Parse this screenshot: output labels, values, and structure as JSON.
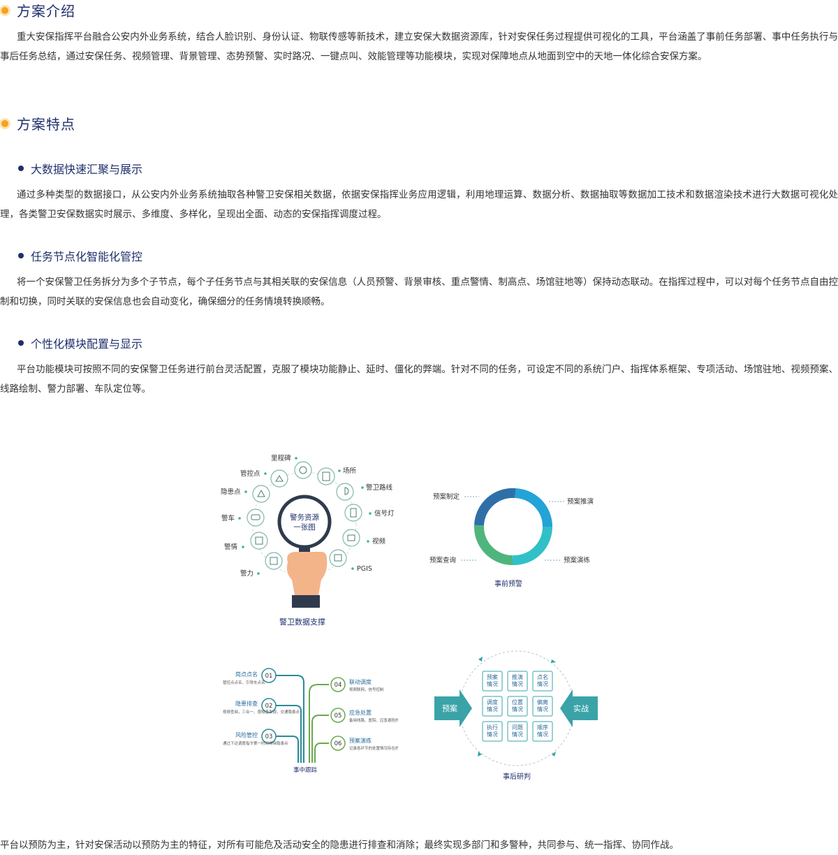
{
  "intro": {
    "title": "方案介绍",
    "text": "重大安保指挥平台融合公安内外业务系统，结合人脸识别、身份认证、物联传感等新技术，建立安保大数据资源库，针对安保任务过程提供可视化的工具，平台涵盖了事前任务部署、事中任务执行与事后任务总结，通过安保任务、视频管理、背景管理、态势预警、实时路况、一键点叫、效能管理等功能模块，实现对保障地点从地面到空中的天地一体化综合安保方案。"
  },
  "features": {
    "title": "方案特点",
    "items": [
      {
        "heading": "大数据快速汇聚与展示",
        "text": "通过多种类型的数据接口，从公安内外业务系统抽取各种警卫安保相关数据，依据安保指挥业务应用逻辑，利用地理运算、数据分析、数据抽取等数据加工技术和数据渲染技术进行大数据可视化处理，各类警卫安保数据实时展示、多维度、多样化，呈现出全面、动态的安保指挥调度过程。"
      },
      {
        "heading": "任务节点化智能化管控",
        "text": "将一个安保警卫任务拆分为多个子节点，每个子任务节点与其相关联的安保信息（人员预警、背景审核、重点警情、制高点、场馆驻地等）保持动态联动。在指挥过程中，可以对每个任务节点自由控制和切换，同时关联的安保信息也会自动变化，确保细分的任务情境转换顺畅。"
      },
      {
        "heading": "个性化模块配置与显示",
        "text": "平台功能模块可按照不同的安保警卫任务进行前台灵活配置，克服了模块功能静止、延时、僵化的弊端。针对不同的任务，可设定不同的系统门户、指挥体系框架、专项活动、场馆驻地、视频预案、线路绘制、警力部署、车队定位等。"
      }
    ]
  },
  "fig1": {
    "center_line1": "警务资源",
    "center_line2": "一张图",
    "caption": "警卫数据支撑",
    "labels": [
      "警力",
      "警情",
      "警车",
      "隐患点",
      "管控点",
      "里程碑",
      "场所",
      "警卫路线",
      "信号灯",
      "视频",
      "PGIS"
    ]
  },
  "fig2": {
    "labels": [
      "预案制定",
      "预案推演",
      "预案演练",
      "预案查询"
    ],
    "caption": "事前预警"
  },
  "fig3": {
    "caption": "事中跟踪",
    "items": [
      {
        "num": "01",
        "title": "岗点点名",
        "desc": "管控点点名、引导车点名"
      },
      {
        "num": "02",
        "title": "隐患排查",
        "desc": "视频查阅，三合一、感知查发现，交通隐患点"
      },
      {
        "num": "03",
        "title": "风险管控",
        "desc": "通过下达调度指令第一时间排除隐患点"
      },
      {
        "num": "04",
        "title": "联动调度",
        "desc": "视频联网，信号控制"
      },
      {
        "num": "05",
        "title": "应急处置",
        "desc": "备用线路、医院、应急避险的路线"
      },
      {
        "num": "06",
        "title": "预案演练",
        "desc": "记录各环节的处置情况存在的问题"
      }
    ]
  },
  "fig4": {
    "left_label": "预案",
    "right_label": "实战",
    "caption": "事后研判",
    "cells": [
      [
        "预案",
        "情况"
      ],
      [
        "推演",
        "情况"
      ],
      [
        "点名",
        "情况"
      ],
      [
        "调度",
        "情况"
      ],
      [
        "位置",
        "情况"
      ],
      [
        "偏离",
        "情况"
      ],
      [
        "执行",
        "情况"
      ],
      [
        "问题",
        "情况"
      ],
      [
        "顺序",
        "情况"
      ]
    ]
  },
  "conclusion": "平台以预防为主，针对安保活动以预防为主的特征，对所有可能危及活动安全的隐患进行排查和消除；最终实现多部门和多警种，共同参与、统一指挥、协同作战。"
}
